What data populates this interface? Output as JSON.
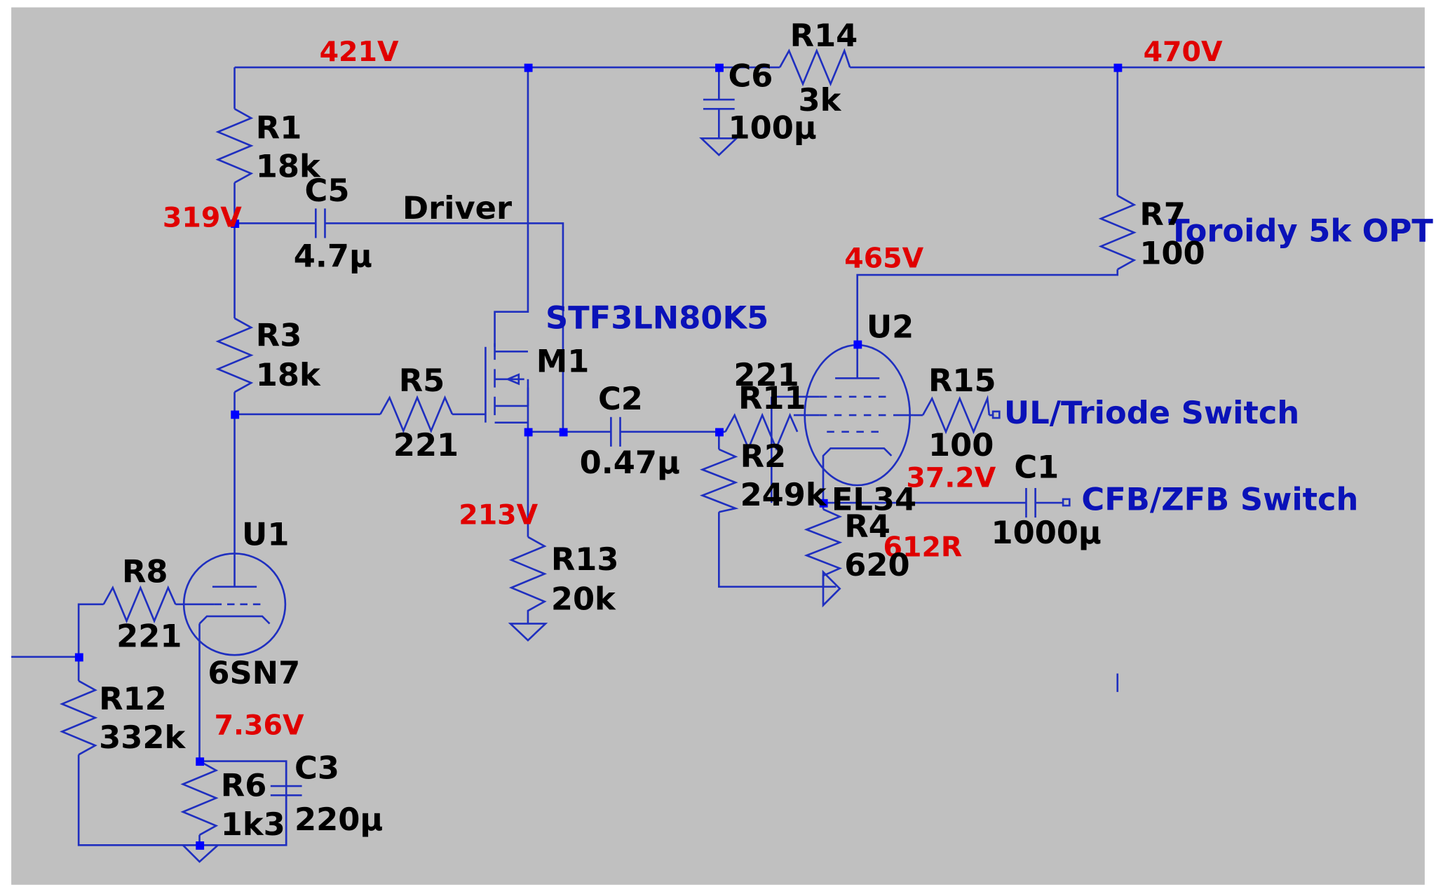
{
  "voltages": {
    "v421": "421V",
    "v470": "470V",
    "v319": "319V",
    "v465": "465V",
    "v213": "213V",
    "v37_2": "37.2V",
    "r612": "612R",
    "v7_36": "7.36V"
  },
  "net_labels": {
    "driver": "Driver",
    "toroidy": "Toroidy 5k OPT",
    "ul_switch": "UL/Triode Switch",
    "cfb_switch": "CFB/ZFB Switch",
    "mosfet_model": "STF3LN80K5"
  },
  "components": {
    "R1": {
      "ref": "R1",
      "value": "18k"
    },
    "R3": {
      "ref": "R3",
      "value": "18k"
    },
    "R5": {
      "ref": "R5",
      "value": "221"
    },
    "R6": {
      "ref": "R6",
      "value": "1k3"
    },
    "R7": {
      "ref": "R7",
      "value": "100"
    },
    "R8": {
      "ref": "R8",
      "value": "221"
    },
    "R11": {
      "ref": "R11",
      "value": "221"
    },
    "R2": {
      "ref": "R2",
      "value": "249k"
    },
    "R4": {
      "ref": "R4",
      "value": "620"
    },
    "R12": {
      "ref": "R12",
      "value": "332k"
    },
    "R13": {
      "ref": "R13",
      "value": "20k"
    },
    "R14": {
      "ref": "R14",
      "value": "3k"
    },
    "R15": {
      "ref": "R15",
      "value": "100"
    },
    "C1": {
      "ref": "C1",
      "value": "1000µ"
    },
    "C2": {
      "ref": "C2",
      "value": "0.47µ"
    },
    "C3": {
      "ref": "C3",
      "value": "220µ"
    },
    "C5": {
      "ref": "C5",
      "value": "4.7µ"
    },
    "C6": {
      "ref": "C6",
      "value": "100µ"
    },
    "M1": {
      "ref": "M1"
    },
    "U1": {
      "ref": "U1",
      "value": "6SN7"
    },
    "U2": {
      "ref": "U2",
      "value": "EL34"
    }
  },
  "colors": {
    "background": "#c0c0c0",
    "wire": "#1f2fbf",
    "node": "#0000ff",
    "voltage_text": "#e00000",
    "label_text": "#000000",
    "net_label_text": "#0a12b8"
  }
}
